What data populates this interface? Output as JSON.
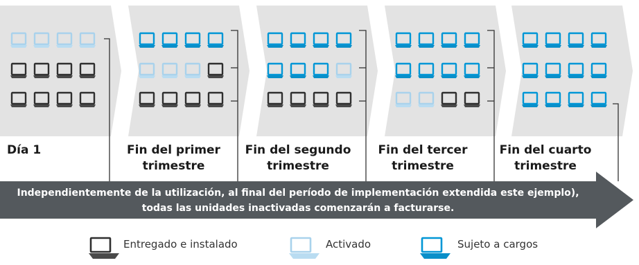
{
  "stages": [
    {
      "label": "Día 1",
      "laptops": [
        [
          2,
          2,
          2,
          2
        ],
        [
          0,
          0,
          0,
          0
        ],
        [
          0,
          0,
          0,
          0
        ]
      ]
    },
    {
      "label": "Fin del primer trimestre",
      "laptops": [
        [
          3,
          3,
          3,
          3
        ],
        [
          2,
          2,
          2,
          0
        ],
        [
          0,
          0,
          0,
          0
        ]
      ]
    },
    {
      "label": "Fin del segundo trimestre",
      "laptops": [
        [
          3,
          3,
          3,
          3
        ],
        [
          3,
          3,
          3,
          2
        ],
        [
          0,
          0,
          0,
          0
        ]
      ]
    },
    {
      "label": "Fin del tercer trimestre",
      "laptops": [
        [
          3,
          3,
          3,
          3
        ],
        [
          3,
          3,
          3,
          3
        ],
        [
          2,
          2,
          0,
          0
        ]
      ]
    },
    {
      "label": "Fin del cuarto trimestre",
      "laptops": [
        [
          3,
          3,
          3,
          3
        ],
        [
          3,
          3,
          3,
          3
        ],
        [
          3,
          3,
          3,
          3
        ]
      ]
    }
  ],
  "banner_text": "Independientemente de la utilización, al final del período de implementación extendida este ejemplo), todas las unidades inactivadas comenzarán a facturarse.",
  "legend": [
    {
      "label": "Entregado e instalado",
      "state": 0
    },
    {
      "label": "Activado",
      "state": 2
    },
    {
      "label": "Sujeto a cargos",
      "state": 3
    }
  ],
  "colors": {
    "chevron": "#e3e3e3",
    "banner_arrow": "#54595d",
    "delivered": "#2f2f2f",
    "delivered_base": "#4a4a4a",
    "activated": "#a9d2ec",
    "activated_base": "#b9dcf1",
    "charged": "#0096d6",
    "charged_base": "#0a8fc9",
    "bracket": "#333333"
  }
}
